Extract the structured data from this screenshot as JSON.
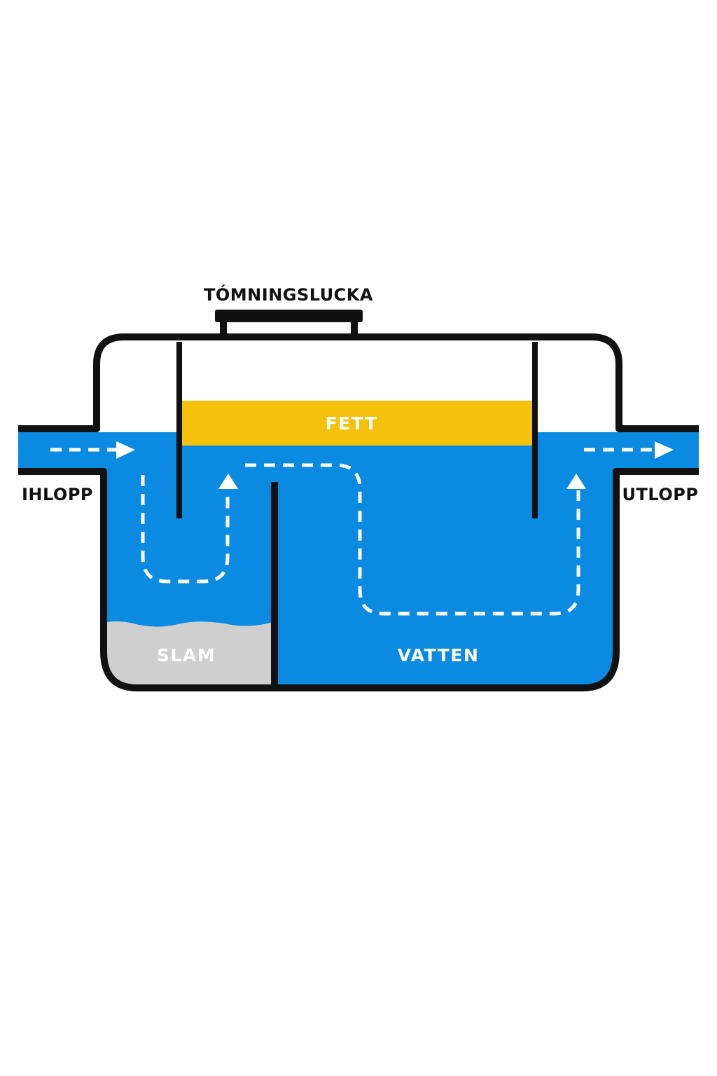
{
  "labels": {
    "hatch": "TÓMNINGSLUCKA",
    "inlet": "IHLOPP",
    "outlet": "UTLOPP",
    "fat": "FETT",
    "sludge": "SLAM",
    "water": "VATTEN"
  },
  "colors": {
    "water": "#0a8ae0",
    "fat": "#f5c10a",
    "sludge": "#cfcfcf",
    "outline": "#111111",
    "flow": "#ffffff",
    "background": "#ffffff"
  },
  "icons": {
    "flow_arrow": "dashed-arrow"
  }
}
